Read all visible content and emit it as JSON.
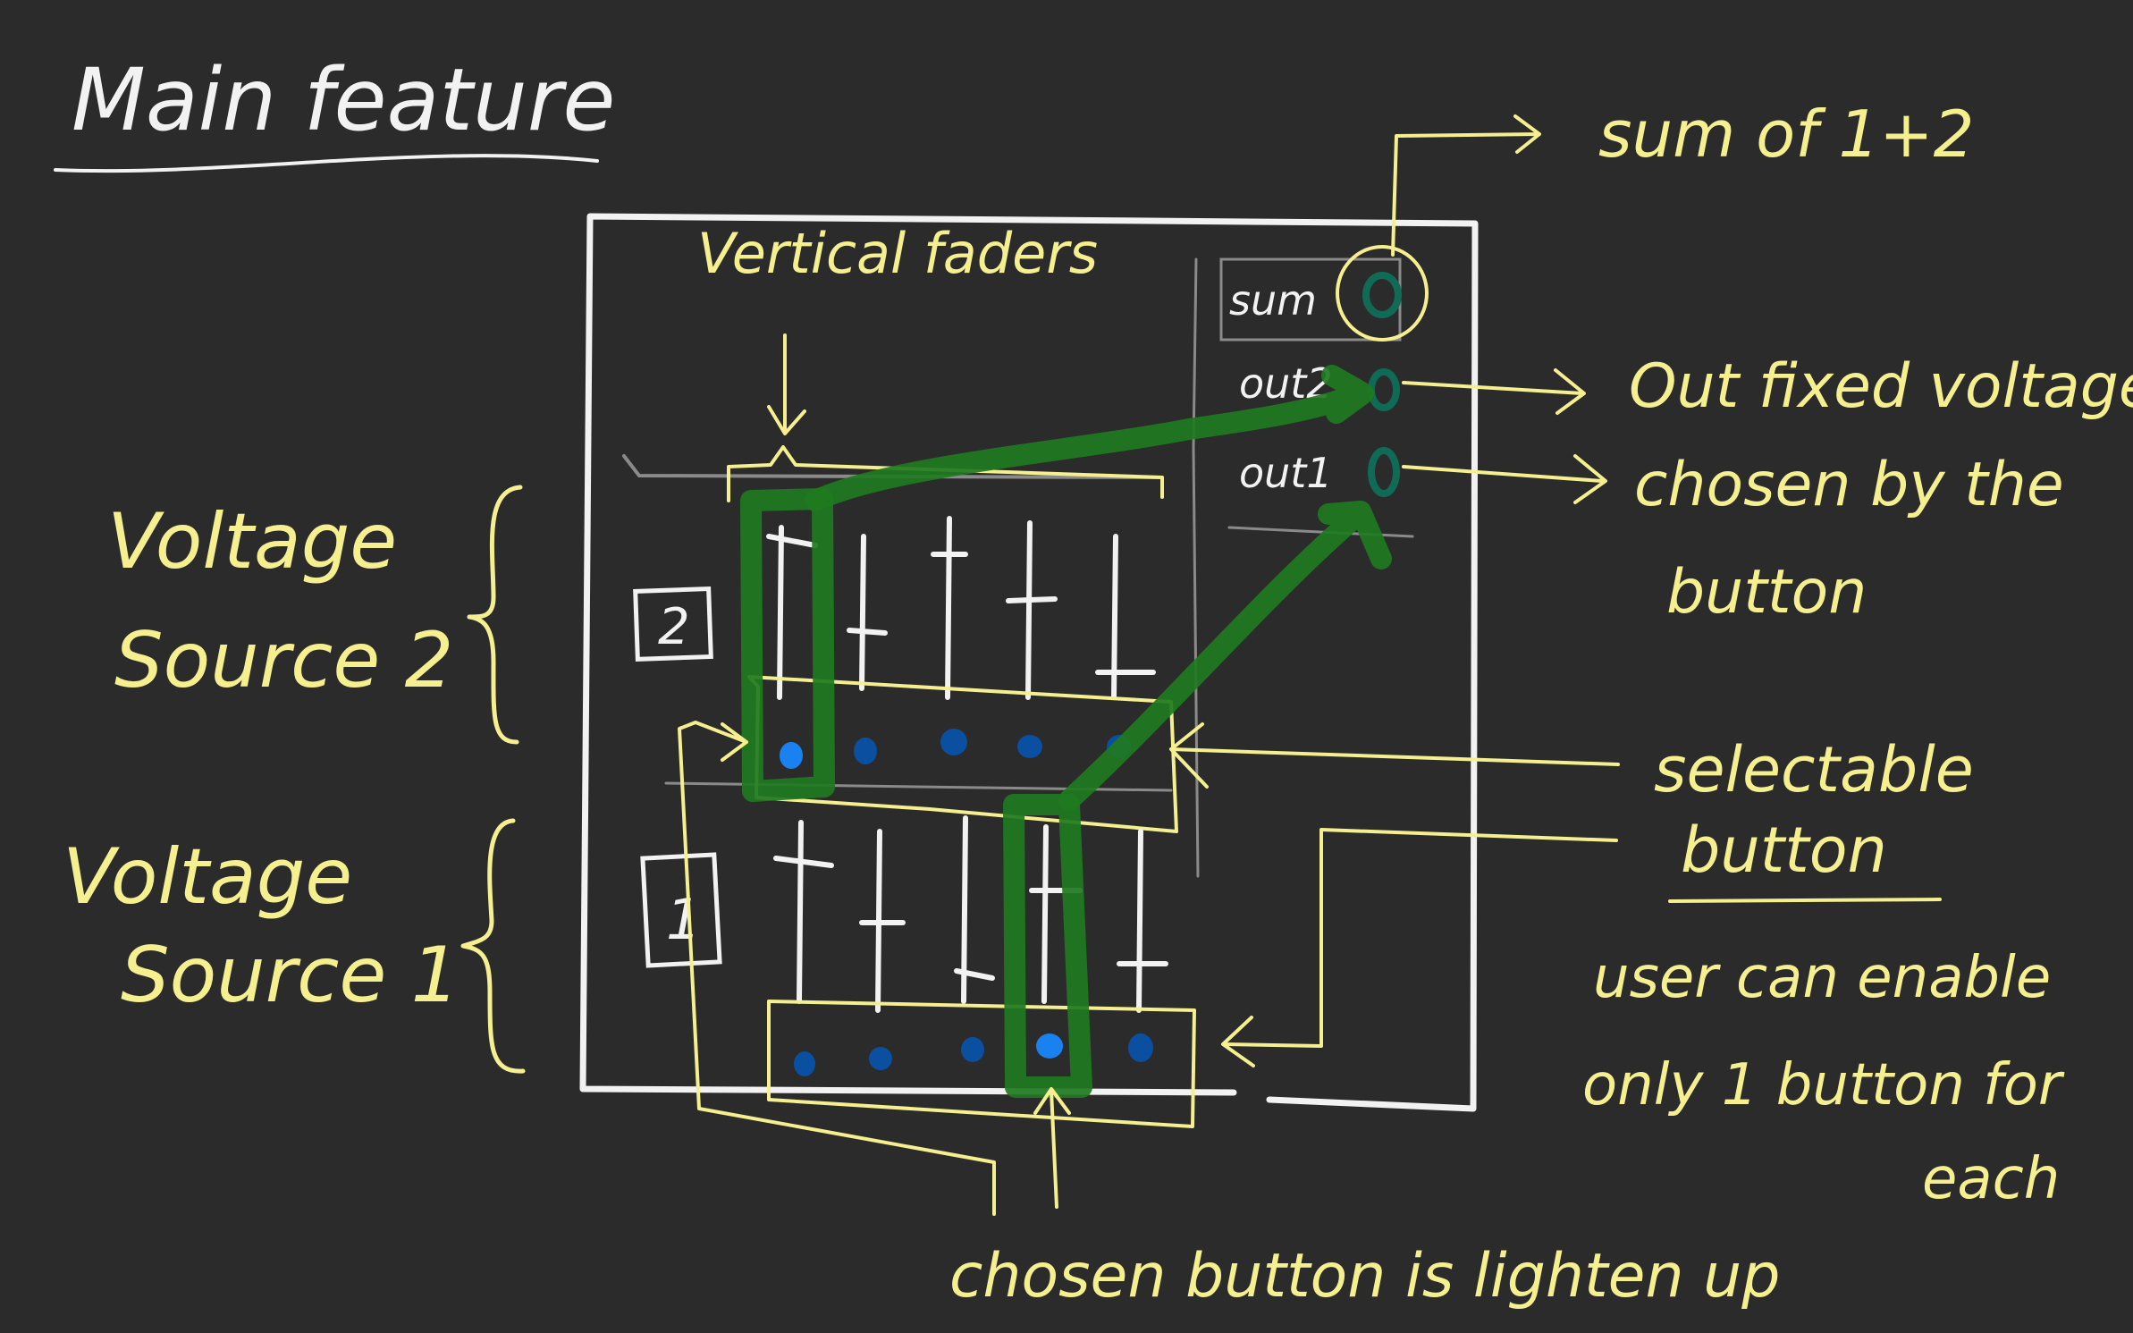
{
  "title": "Main feature",
  "module": {
    "labels": {
      "vertical_faders": "Vertical faders",
      "sum": "sum",
      "out2": "out2",
      "out1": "out1",
      "source2_id": "2",
      "source1_id": "1"
    },
    "source2_buttons_lit": [
      true,
      false,
      false,
      false,
      false
    ],
    "source1_buttons_lit": [
      false,
      false,
      false,
      true,
      false
    ]
  },
  "annotations": {
    "voltage_source_2": [
      "Voltage",
      "Source 2"
    ],
    "voltage_source_1": [
      "Voltage",
      "Source 1"
    ],
    "sum_note": "sum of 1+2",
    "out_note": [
      "Out fixed voltage",
      "chosen by the",
      "button"
    ],
    "selectable": [
      "selectable",
      "button"
    ],
    "user_note": [
      "user can enable",
      "only 1 button for",
      "each"
    ],
    "chosen_note": "chosen button is lighten up"
  },
  "colors": {
    "background": "#2b2b2b",
    "ink_white": "#f2f2f2",
    "ink_yellow": "#f5ef8f",
    "highlight_green": "#1f7a1f",
    "jack_green": "#0f6b55",
    "button_dim": "#0b4fa0",
    "button_lit": "#1a82f0"
  }
}
